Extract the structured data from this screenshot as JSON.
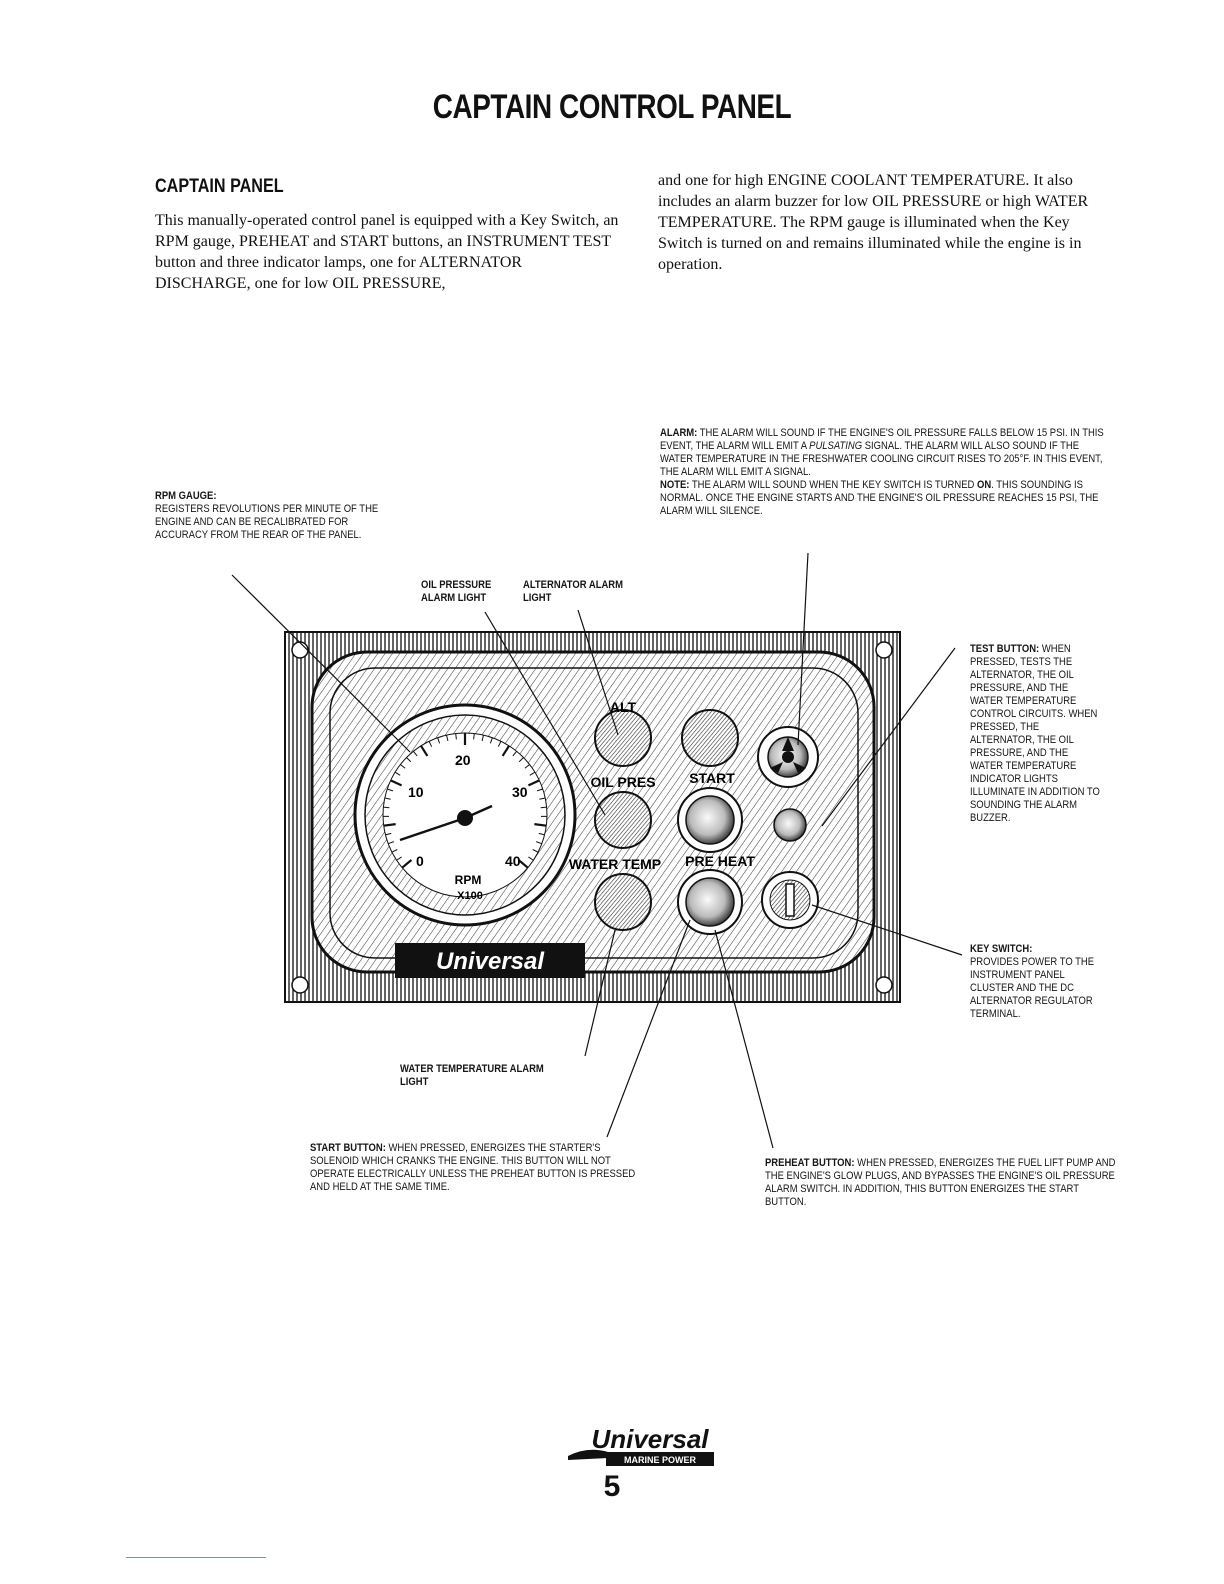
{
  "page": {
    "title": "CAPTAIN CONTROL PANEL",
    "section_heading": "CAPTAIN PANEL",
    "intro_col1": "This manually-operated control panel is equipped with a Key Switch, an RPM gauge, PREHEAT and START buttons, an INSTRUMENT TEST button and three indicator lamps, one for ALTERNATOR DISCHARGE, one for low OIL PRESSURE,",
    "intro_col2": "and one for high ENGINE COOLANT TEMPERATURE. It also includes an alarm buzzer for low OIL PRESSURE or high WATER TEMPERATURE. The RPM gauge is illuminated when the Key Switch is turned on and remains illuminated while the engine is in operation.",
    "page_number": "5"
  },
  "callouts": {
    "alarm_label": "ALARM:",
    "alarm_text": "THE ALARM WILL SOUND IF THE ENGINE'S OIL PRESSURE FALLS BELOW 15 PSI. IN THIS EVENT, THE ALARM WILL EMIT A",
    "alarm_italic": "PULSATING",
    "alarm_text2": "SIGNAL. THE ALARM WILL ALSO SOUND IF THE WATER TEMPERATURE IN THE FRESHWATER COOLING CIRCUIT RISES TO 205°F. IN THIS EVENT, THE ALARM WILL EMIT A SIGNAL.",
    "note_label": "NOTE:",
    "note_text": "THE ALARM WILL SOUND WHEN THE KEY SWITCH IS TURNED",
    "note_on": "ON",
    "note_text2": ". THIS SOUNDING IS NORMAL. ONCE THE ENGINE STARTS AND THE ENGINE'S OIL PRESSURE REACHES 15 PSI, THE ALARM WILL SILENCE.",
    "rpm_label": "RPM GAUGE:",
    "rpm_text": "REGISTERS REVOLUTIONS PER MINUTE OF THE ENGINE AND CAN BE RECALIBRATED FOR ACCURACY FROM THE REAR OF THE PANEL.",
    "oil_label_1": "OIL PRESSURE",
    "oil_label_2": "ALARM LIGHT",
    "alt_label_1": "ALTERNATOR ALARM",
    "alt_label_2": "LIGHT",
    "test_label": "TEST BUTTON:",
    "test_text": "WHEN PRESSED, TESTS THE ALTERNATOR, THE OIL PRESSURE, AND THE WATER TEMPERATURE CONTROL CIRCUITS. WHEN PRESSED, THE ALTERNATOR, THE OIL PRESSURE, AND THE WATER TEMPERATURE INDICATOR LIGHTS ILLUMINATE IN ADDITION TO SOUNDING THE ALARM BUZZER.",
    "key_label": "KEY SWITCH:",
    "key_text": "PROVIDES POWER TO THE INSTRUMENT PANEL CLUSTER AND THE DC ALTERNATOR REGULATOR TERMINAL.",
    "water_label_1": "WATER TEMPERATURE ALARM",
    "water_label_2": "LIGHT",
    "start_label": "START BUTTON:",
    "start_text": "WHEN PRESSED, ENERGIZES THE STARTER'S SOLENOID WHICH CRANKS THE ENGINE. THIS BUTTON WILL NOT OPERATE ELECTRICALLY UNLESS THE PREHEAT BUTTON IS PRESSED AND HELD AT THE SAME TIME.",
    "preheat_label": "PREHEAT BUTTON:",
    "preheat_text": "WHEN PRESSED, ENERGIZES THE FUEL LIFT PUMP AND THE ENGINE'S GLOW PLUGS, AND BYPASSES THE ENGINE'S OIL PRESSURE ALARM SWITCH. IN ADDITION, THIS BUTTON ENERGIZES THE START BUTTON."
  },
  "panel": {
    "brand": "Universal",
    "lamp_alt": "ALT",
    "lamp_oil": "OIL PRES",
    "lamp_water": "WATER TEMP",
    "btn_start": "START",
    "btn_preheat": "PRE HEAT",
    "gauge_ticks": [
      "0",
      "10",
      "20",
      "30",
      "40"
    ],
    "gauge_unit": "RPM",
    "gauge_multiplier": "X100"
  },
  "footer_logo": {
    "brand": "Universal",
    "sub": "MARINE POWER"
  }
}
